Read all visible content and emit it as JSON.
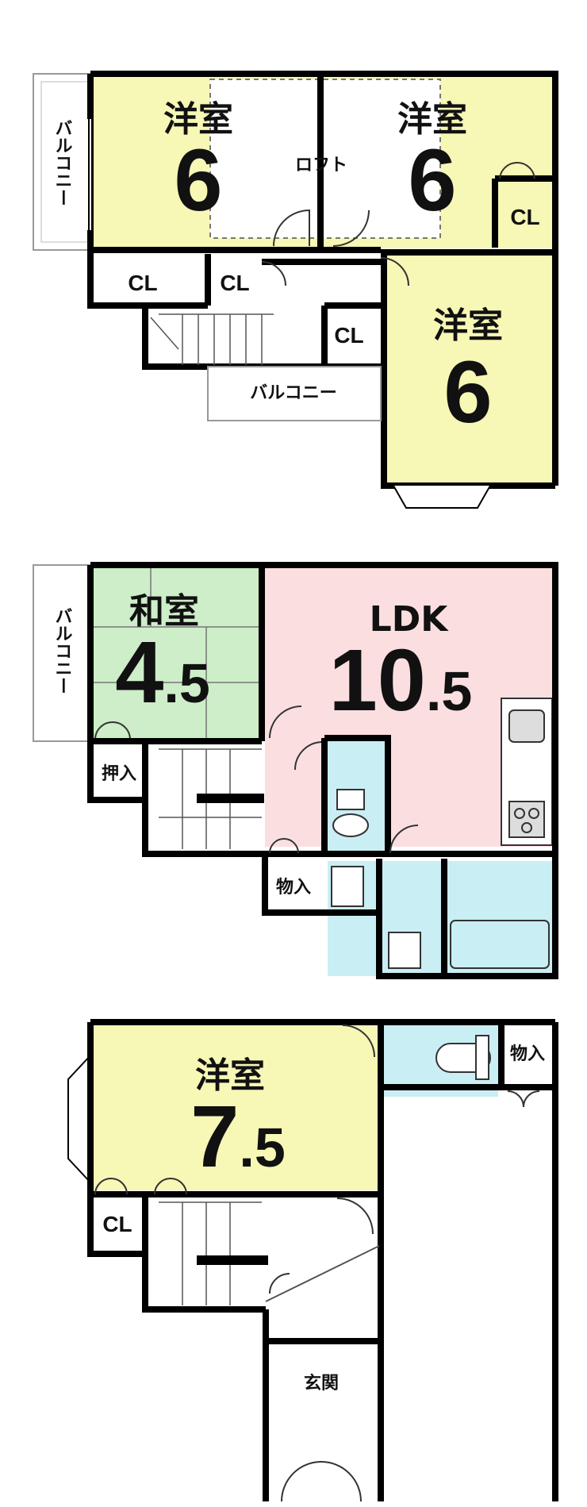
{
  "floor3": {
    "room_left": {
      "name": "洋室",
      "size": "6"
    },
    "room_right": {
      "name": "洋室",
      "size": "6"
    },
    "room_lower": {
      "name": "洋室",
      "size": "6"
    },
    "loft": "ロフト",
    "balcony_side": "バルコニー",
    "balcony_bottom": "バルコニー",
    "cl_1": "CL",
    "cl_2": "CL",
    "cl_3": "CL",
    "cl_4": "CL"
  },
  "floor2": {
    "washitsu": {
      "name": "和室",
      "size_int": "4",
      "size_dec": ".5"
    },
    "ldk": {
      "name": "LDK",
      "size_int": "10",
      "size_dec": ".5"
    },
    "balcony_side": "バルコニー",
    "oshiire": "押入",
    "monoire": "物入"
  },
  "floor1": {
    "room": {
      "name": "洋室",
      "size_int": "7",
      "size_dec": ".5"
    },
    "monoire": "物入",
    "cl": "CL",
    "genkan": "玄関"
  },
  "colors": {
    "yellow": "#f7f7b6",
    "green": "#cdeec8",
    "pink": "#fbdfe0",
    "cyan": "#c9eef3",
    "wall": "#000000"
  }
}
